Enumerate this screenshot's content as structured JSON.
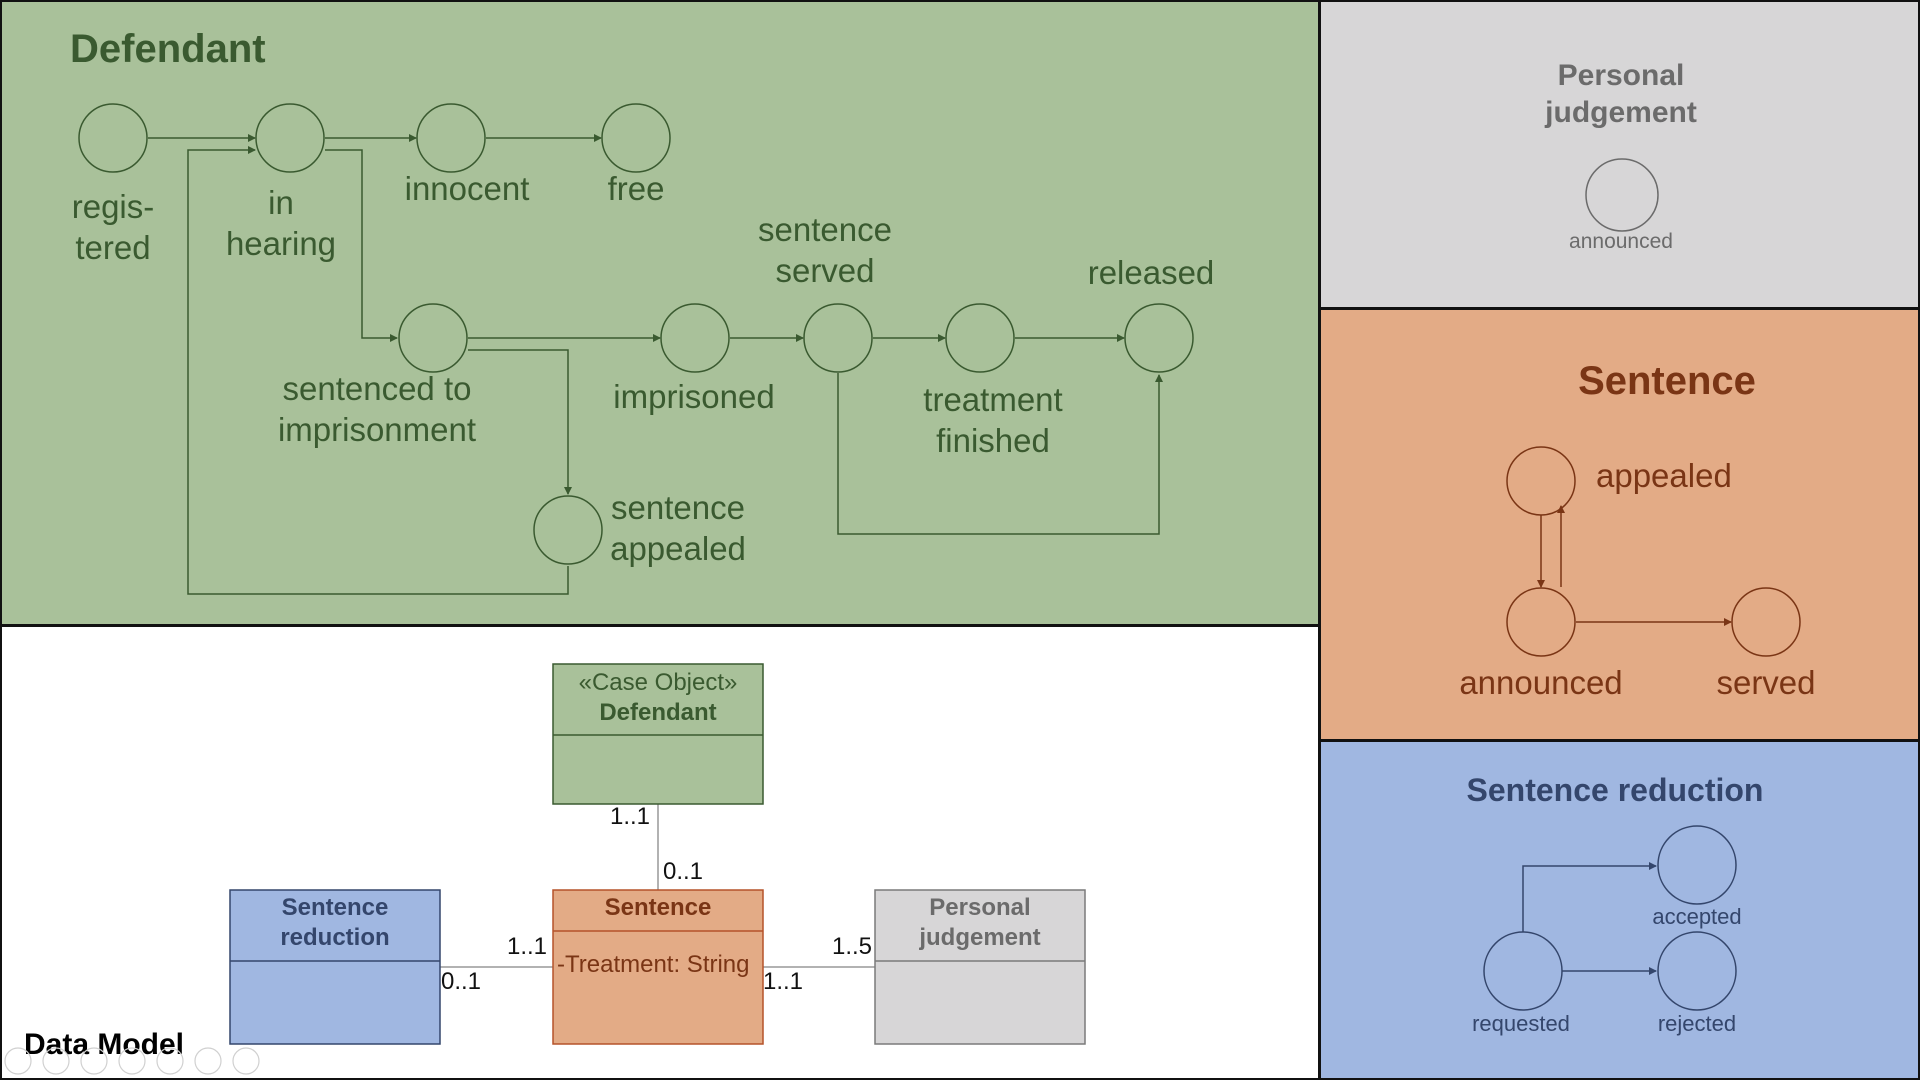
{
  "colors": {
    "defendant_bg": "#a9c19a",
    "defendant_stroke": "#3a5a30",
    "defendant_text": "#3a5a30",
    "judgement_bg": "#d7d6d7",
    "judgement_text": "#6b6b6b",
    "sentence_bg": "#e3ab86",
    "sentence_text": "#7a3515",
    "reduction_bg": "#a0b7e1",
    "reduction_text": "#34466c",
    "border": "#111111"
  },
  "defendant": {
    "title": "Defendant",
    "states": {
      "registered": [
        "regis-",
        "tered"
      ],
      "in_hearing": [
        "in",
        "hearing"
      ],
      "innocent": [
        "innocent"
      ],
      "free": [
        "free"
      ],
      "sentenced": [
        "sentenced to",
        "imprisonment"
      ],
      "imprisoned": [
        "imprisoned"
      ],
      "sentence_served": [
        "sentence",
        "served"
      ],
      "treatment_finished": [
        "treatment",
        "finished"
      ],
      "released": [
        "released"
      ],
      "appealed": [
        "sentence",
        "appealed"
      ]
    }
  },
  "judgement": {
    "title": [
      "Personal",
      "judgement"
    ],
    "state_announced": "announced"
  },
  "sentence": {
    "title": "Sentence",
    "state_appealed": "appealed",
    "state_announced": "announced",
    "state_served": "served"
  },
  "reduction": {
    "title": "Sentence reduction",
    "state_accepted": "accepted",
    "state_requested": "requested",
    "state_rejected": "rejected"
  },
  "data_model": {
    "label": "Data Model",
    "defendant_stereotype": "«Case Object»",
    "defendant_name": "Defendant",
    "sentence_name": "Sentence",
    "sentence_attr": "-Treatment: String",
    "reduction_name": [
      "Sentence",
      "reduction"
    ],
    "judgement_name": [
      "Personal",
      "judgement"
    ],
    "mult_def_sent_top": "1..1",
    "mult_def_sent_bottom": "0..1",
    "mult_red_sent_right": "1..1",
    "mult_red_sent_left": "0..1",
    "mult_sent_judge_top": "1..5",
    "mult_sent_judge_bottom": "1..1"
  }
}
